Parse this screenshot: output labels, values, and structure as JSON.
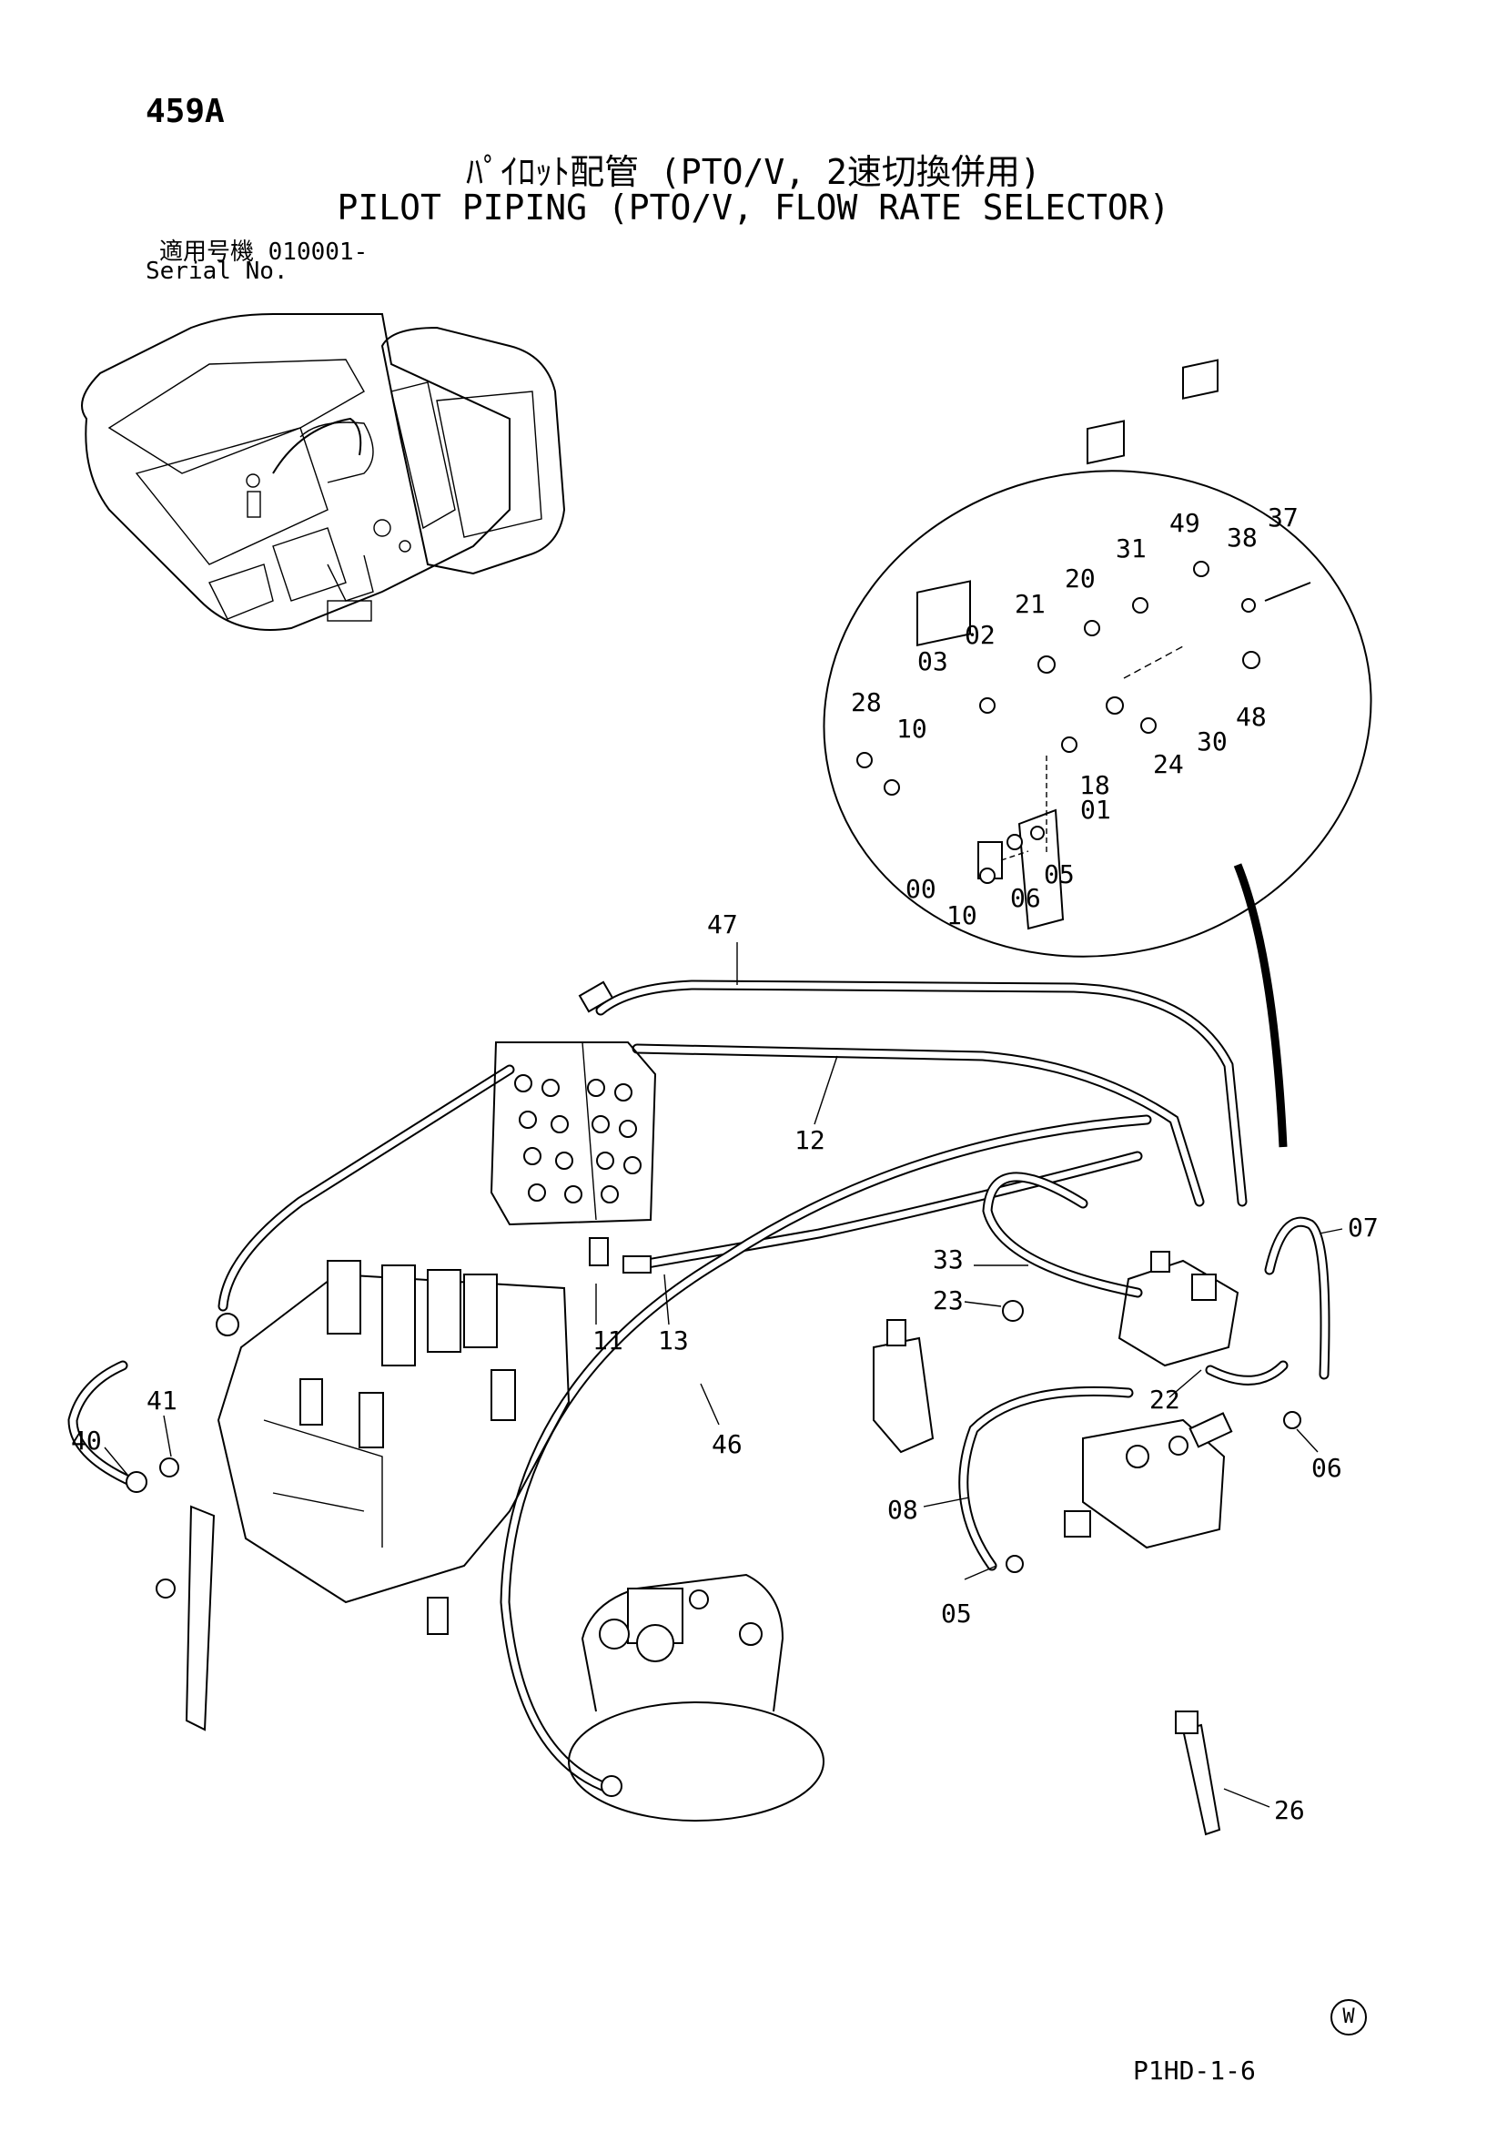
{
  "page": {
    "number": "459A",
    "title_jp": "ﾊﾟｲﾛｯﾄ配管 (PTO/V, 2速切換併用)",
    "title_en": "PILOT PIPING (PTO/V, FLOW RATE SELECTOR)",
    "serial_jp": "適用号機  010001-",
    "serial_en": "Serial No.",
    "footer_code": "P1HD-1-6",
    "watermark": "W"
  },
  "callouts": {
    "c49": "49",
    "c38": "38",
    "c37": "37",
    "c31": "31",
    "c20": "20",
    "c21": "21",
    "c02": "02",
    "c03": "03",
    "c28": "28",
    "c10a": "10",
    "c18": "18",
    "c24": "24",
    "c30": "30",
    "c48": "48",
    "c01": "01",
    "c05a": "05",
    "c00": "00",
    "c06a": "06",
    "c10b": "10",
    "c47": "47",
    "c12": "12",
    "c33": "33",
    "c07": "07",
    "c23": "23",
    "c11": "11",
    "c13": "13",
    "c41": "41",
    "c40": "40",
    "c46": "46",
    "c22": "22",
    "c06b": "06",
    "c08": "08",
    "c05b": "05",
    "c26": "26"
  }
}
